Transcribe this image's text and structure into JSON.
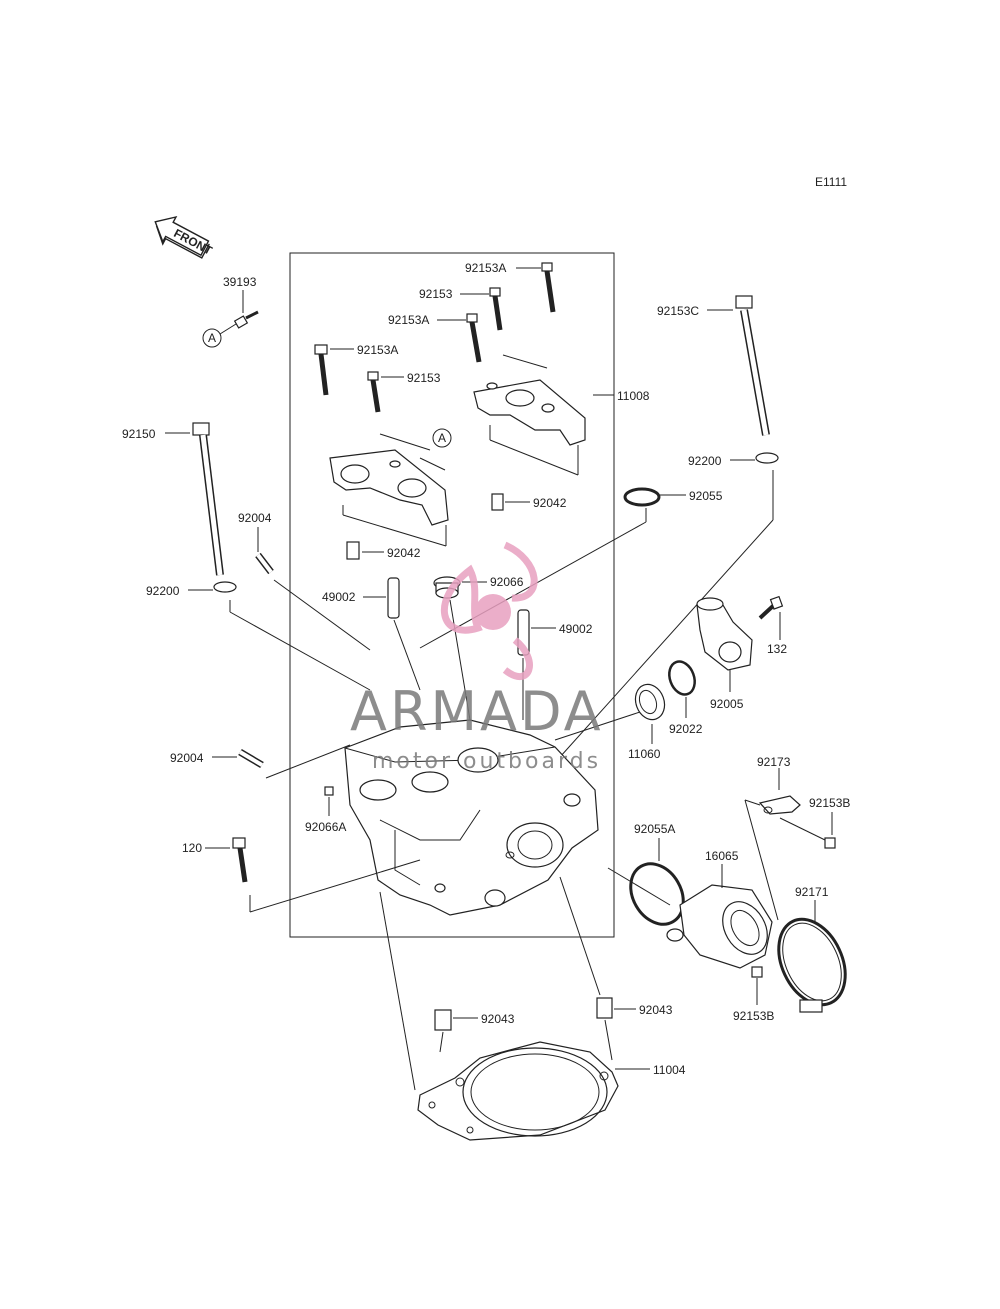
{
  "diagram_code": "E1111",
  "front_label": "FRONT",
  "callout_letter": "A",
  "watermark": {
    "brand": "ARMADA",
    "tagline": "motor outboards",
    "color": "#e8a0c0"
  },
  "labels": {
    "p39193": "39193",
    "p92153A_1": "92153A",
    "p92153_1": "92153",
    "p92153A_2": "92153A",
    "p92153A_3": "92153A",
    "p92153_2": "92153",
    "p11008": "11008",
    "p92153C": "92153C",
    "p92150": "92150",
    "p92200_1": "92200",
    "p92042_1": "92042",
    "p92055": "92055",
    "p92004_1": "92004",
    "p92042_2": "92042",
    "p92066": "92066",
    "p92200_2": "92200",
    "p49002_1": "49002",
    "p49002_2": "49002",
    "p132": "132",
    "p92005": "92005",
    "p92022": "92022",
    "p11060": "11060",
    "p92004_2": "92004",
    "p92173": "92173",
    "p92153B_1": "92153B",
    "p92066A": "92066A",
    "p92055A": "92055A",
    "p16065": "16065",
    "p120": "120",
    "p92171": "92171",
    "p92153B_2": "92153B",
    "p92043_1": "92043",
    "p92043_2": "92043",
    "p11004": "11004"
  }
}
